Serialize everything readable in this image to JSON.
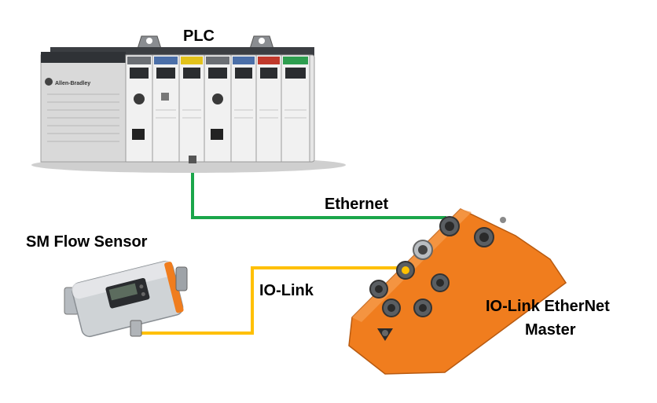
{
  "labels": {
    "plc": "PLC",
    "ethernet": "Ethernet",
    "sensor": "SM Flow Sensor",
    "iolink": "IO-Link",
    "master_line1": "IO-Link EtherNet",
    "master_line2": "Master"
  },
  "device_text": {
    "plc_brand": "Allen-Bradley"
  },
  "colors": {
    "ethernet_cable": "#1aa64a",
    "iolink_cable": "#ffc000",
    "master_body": "#f07d1e",
    "plc_body": "#e6e6e6",
    "sensor_body": "#cfd3d6"
  }
}
